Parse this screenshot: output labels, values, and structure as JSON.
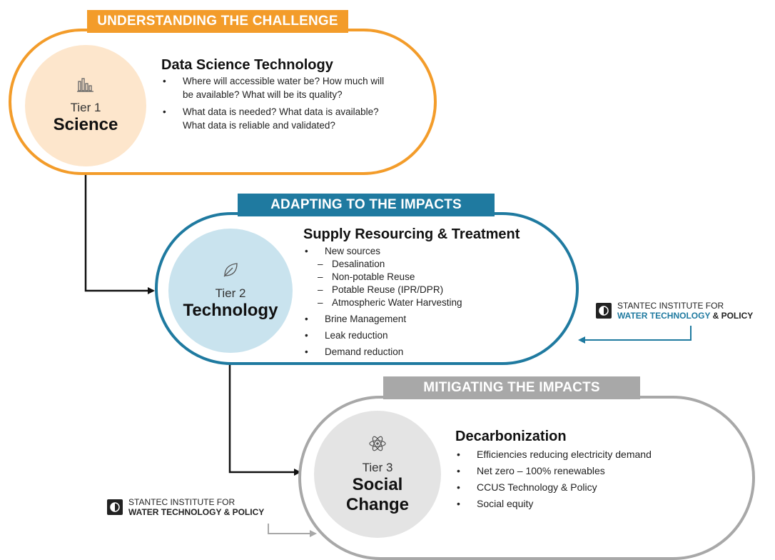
{
  "tier1": {
    "banner": "UNDERSTANDING THE CHALLENGE",
    "tier_label": "Tier 1",
    "tier_name": "Science",
    "icon": "bar-chart-icon",
    "heading": "Data Science Technology",
    "bullets": [
      "Where will accessible water be? How much will be available?  What will be its quality?",
      "What data is needed?  What data is available?  What data is reliable and validated?"
    ]
  },
  "tier2": {
    "banner": "ADAPTING TO THE IMPACTS",
    "tier_label": "Tier 2",
    "tier_name": "Technology",
    "icon": "leaf-icon",
    "heading": "Supply Resourcing & Treatment",
    "bullets": {
      "new_sources": "New sources",
      "sub": [
        "Desalination",
        "Non-potable Reuse",
        "Potable Reuse (IPR/DPR)",
        "Atmospheric Water Harvesting"
      ],
      "brine": "Brine Management",
      "leak": "Leak reduction",
      "demand": "Demand reduction"
    }
  },
  "tier3": {
    "banner": "MITIGATING THE IMPACTS",
    "tier_label": "Tier 3",
    "tier_name_1": "Social",
    "tier_name_2": "Change",
    "icon": "atom-icon",
    "heading": "Decarbonization",
    "bullets": [
      "Efficiencies reducing electricity demand",
      "Net zero – 100% renewables",
      "CCUS Technology & Policy",
      "Social equity"
    ]
  },
  "logo": {
    "line1": "STANTEC INSTITUTE FOR",
    "line2_a": "WATER TECHNOLOGY",
    "line2_amp": " & ",
    "line2_b": "POLICY"
  },
  "colors": {
    "orange": "#f39c2a",
    "peach": "#fde6cc",
    "blue": "#1f7aa0",
    "light_blue": "#c9e3ee",
    "gray": "#a8a8a8",
    "light_gray": "#e4e4e4"
  }
}
